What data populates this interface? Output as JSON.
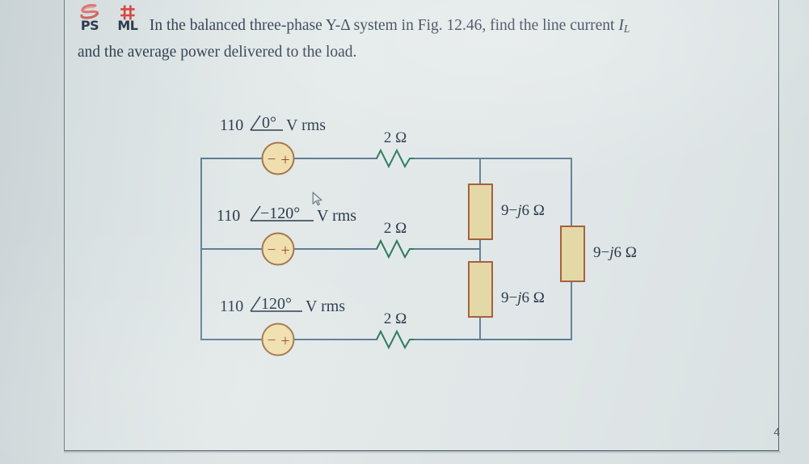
{
  "document": {
    "page_number": "4",
    "badges": [
      {
        "icon": "ps-swirl-icon",
        "label": "PS"
      },
      {
        "icon": "ml-grid-icon",
        "label": "ML"
      }
    ],
    "problem": {
      "line1_a": "In the balanced three-phase Y-",
      "delta": "Δ",
      "line1_b": " system in Fig. 12.46, find the line current ",
      "current_symbol": "I",
      "current_subscript": "L",
      "line2": "and the average power delivered to the load."
    }
  },
  "circuit": {
    "sources": [
      {
        "name": "source-phase-a",
        "label_prefix": "110",
        "angle_symbol": "∠",
        "angle": "0°",
        "units": "V rms",
        "minus": "−",
        "plus": "+"
      },
      {
        "name": "source-phase-b",
        "label_prefix": "110",
        "angle_symbol": "∠",
        "angle": "−120°",
        "units": "V rms",
        "minus": "−",
        "plus": "+"
      },
      {
        "name": "source-phase-c",
        "label_prefix": "110",
        "angle_symbol": "∠",
        "angle": "120°",
        "units": "V rms",
        "minus": "−",
        "plus": "+"
      }
    ],
    "line_resistors": [
      {
        "name": "line-resistor-a",
        "value": "2 Ω"
      },
      {
        "name": "line-resistor-b",
        "value": "2 Ω"
      },
      {
        "name": "line-resistor-c",
        "value": "2 Ω"
      }
    ],
    "load_impedances": [
      {
        "name": "load-impedance-top",
        "value": "9−j6 Ω"
      },
      {
        "name": "load-impedance-bottom",
        "value": "9−j6 Ω"
      },
      {
        "name": "load-impedance-right",
        "value": "9−j6 Ω"
      }
    ],
    "colors": {
      "wire": "#5d7d96",
      "resistor_zigzag": "#2f7a63",
      "source_fill": "#efdfae",
      "source_stroke": "#a4764c",
      "source_sign": "#9e4a32",
      "impedance_fill": "#e4d9a6",
      "impedance_stroke": "#a4613f",
      "page_background": "#dfe5e6",
      "text": "#2b3a4c",
      "badge_accent": "#d9514c"
    }
  }
}
